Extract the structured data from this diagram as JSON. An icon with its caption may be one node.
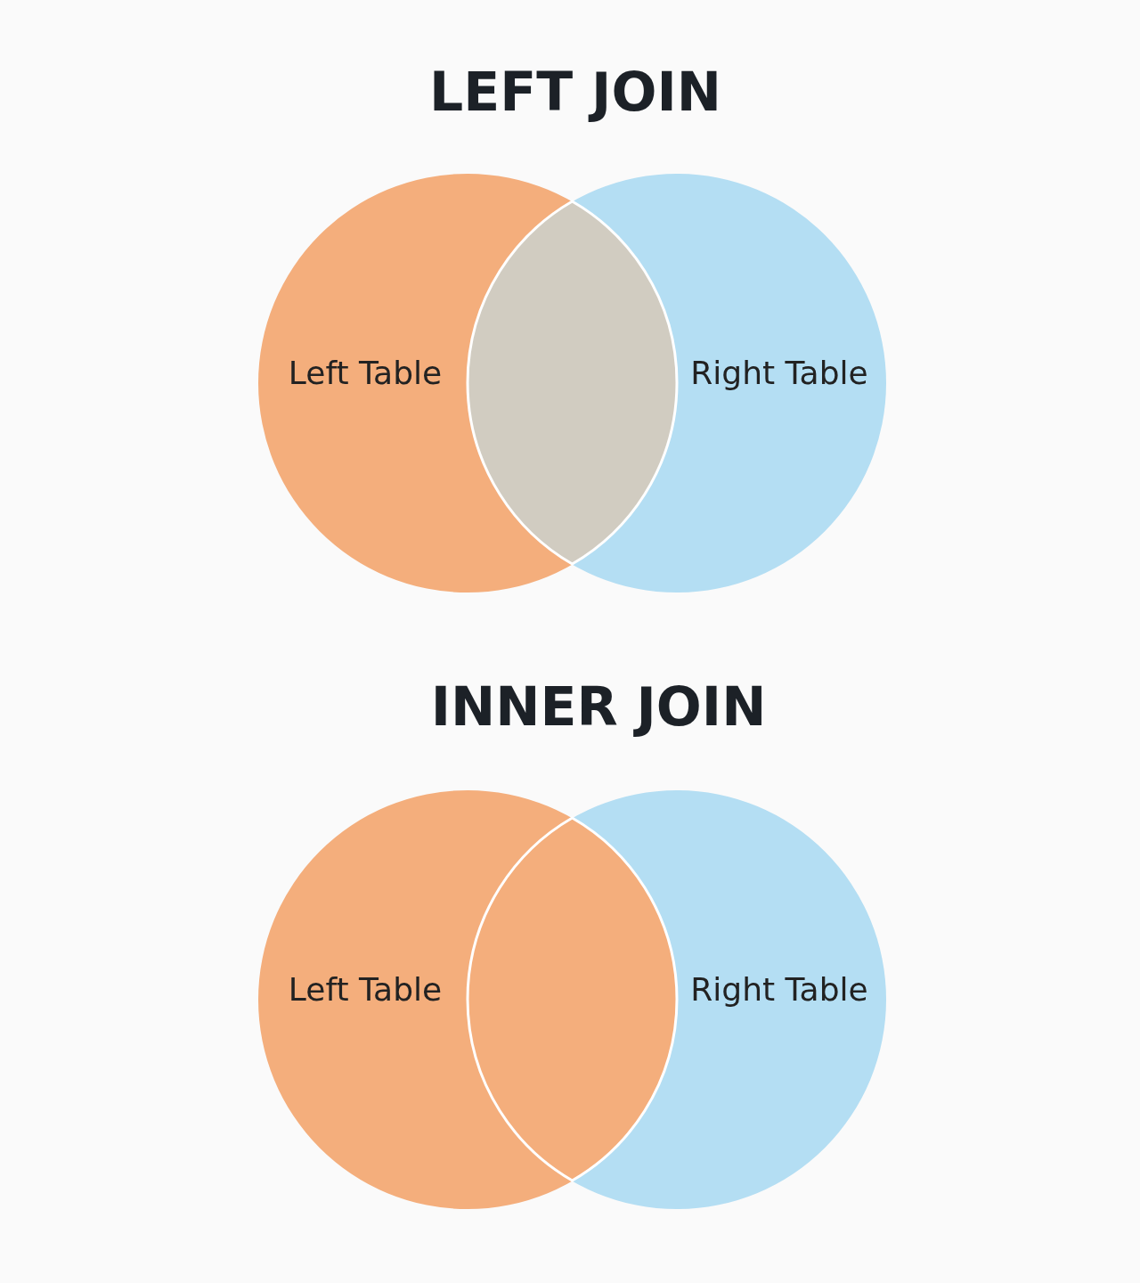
{
  "diagram": {
    "nodes": [
      {
        "text": [
          "Left Table"
        ]
      },
      {
        "text": [],
        "shape": "lens"
      },
      {
        "text": [
          "Right Table"
        ]
      },
      {
        "text": [
          "Left Table"
        ]
      },
      {
        "text": [],
        "shape": "lens"
      },
      {
        "text": [
          "Right Table"
        ]
      }
    ],
    "labels": [
      "LEFT JOIN",
      "INNER JOIN"
    ]
  }
}
